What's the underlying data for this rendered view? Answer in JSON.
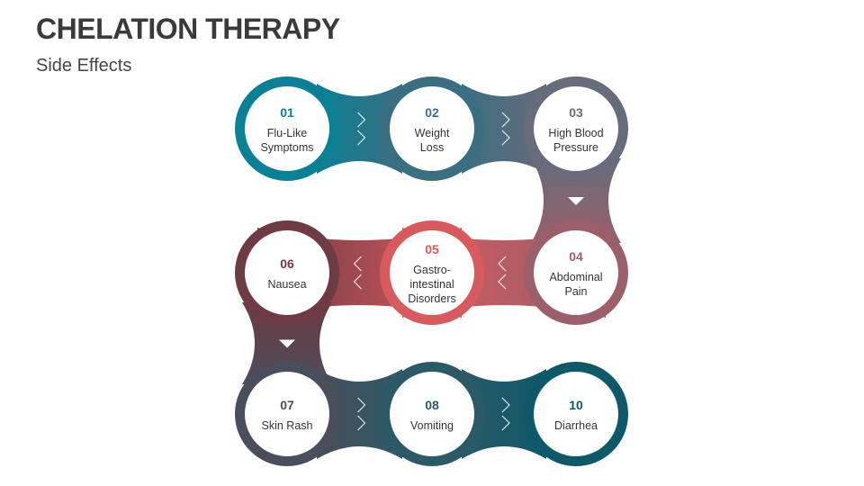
{
  "header": {
    "title": "CHELATION THERAPY",
    "subtitle": "Side Effects"
  },
  "colors": {
    "teal": "#0b7f94",
    "blue_gray": "#3a6f81",
    "slate": "#676b7a",
    "mauve": "#9a5f6a",
    "coral": "#d65a5e",
    "maroon": "#6e3a44",
    "charcoal": "#4a4d5a",
    "dark_teal": "#2b5a66",
    "deep_teal": "#0e5868"
  },
  "steps": [
    {
      "number": "01",
      "lines": [
        "Flu-Like",
        "Symptoms"
      ],
      "color": "#0b7f94"
    },
    {
      "number": "02",
      "lines": [
        "Weight",
        "Loss"
      ],
      "color": "#3a6f81"
    },
    {
      "number": "03",
      "lines": [
        "High Blood",
        "Pressure"
      ],
      "color": "#676b7a"
    },
    {
      "number": "04",
      "lines": [
        "Abdominal",
        "Pain"
      ],
      "color": "#9a5f6a"
    },
    {
      "number": "05",
      "lines": [
        "Gastro-",
        "intestinal",
        "Disorders"
      ],
      "color": "#d65a5e"
    },
    {
      "number": "06",
      "lines": [
        "Nausea"
      ],
      "color": "#6e3a44"
    },
    {
      "number": "07",
      "lines": [
        "Skin Rash"
      ],
      "color": "#4a4d5a"
    },
    {
      "number": "08",
      "lines": [
        "Vomiting"
      ],
      "color": "#2b5a66"
    },
    {
      "number": "10",
      "lines": [
        "Diarrhea"
      ],
      "color": "#0e5868"
    }
  ]
}
